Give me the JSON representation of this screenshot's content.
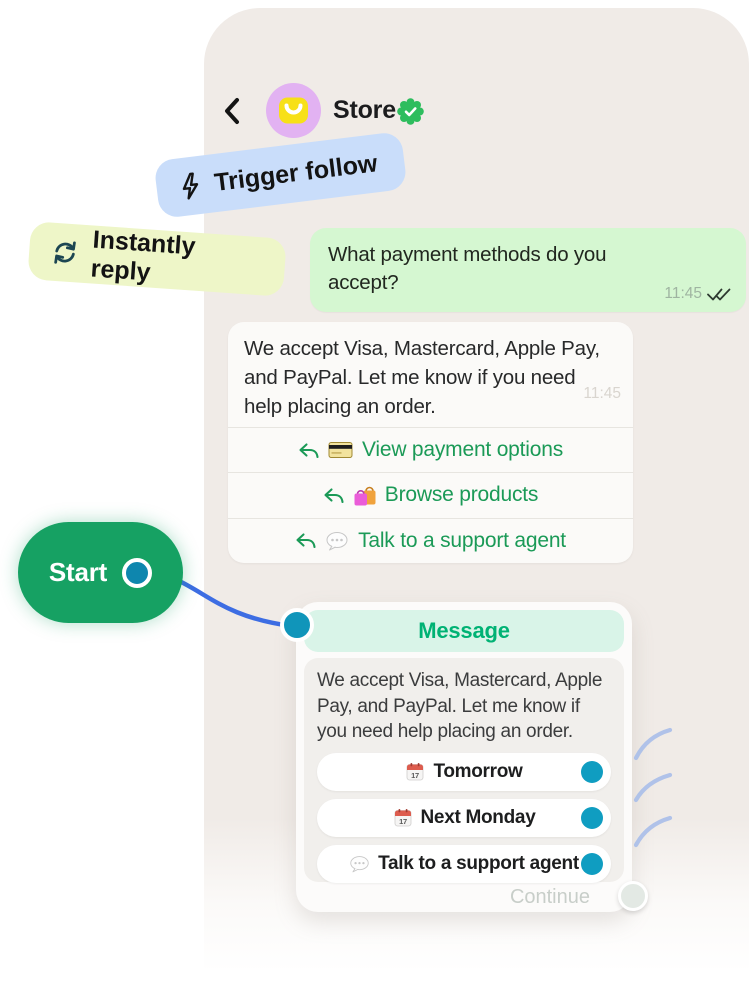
{
  "header": {
    "store_name": "Store"
  },
  "annotations": {
    "trigger_label": "Trigger follow",
    "reply_label": "Instantly reply",
    "start_label": "Start"
  },
  "chat": {
    "user_message": {
      "text": "What payment methods do you accept?",
      "time": "11:45",
      "status": "read"
    },
    "bot_message": {
      "text": "We accept Visa, Mastercard, Apple Pay, and PayPal. Let me know if you need help placing an order.",
      "time": "11:45",
      "quick_replies": [
        {
          "icon": "credit-card-icon",
          "label": "View payment options"
        },
        {
          "icon": "shopping-bags-icon",
          "label": "Browse products"
        },
        {
          "icon": "speech-balloon-icon",
          "label": "Talk to a support agent"
        }
      ]
    }
  },
  "flow": {
    "message_node": {
      "title": "Message",
      "body": "We accept Visa, Mastercard, Apple Pay, and PayPal. Let me know if you need help placing an order.",
      "buttons": [
        {
          "icon": "calendar-icon",
          "label": "Tomorrow"
        },
        {
          "icon": "calendar-icon",
          "label": "Next Monday"
        },
        {
          "icon": "speech-balloon-icon",
          "label": "Talk to a support agent"
        }
      ],
      "continue_label": "Continue"
    }
  },
  "icons": {
    "calendar_day": "17"
  },
  "colors": {
    "brand_green": "#16a163",
    "chat_green_bubble": "#d5f7d1",
    "quick_reply_green": "#1b9a57",
    "node_title_green": "#00b274",
    "node_header_mint": "#d9f4e8",
    "port_teal": "#0f9dc1",
    "connector_blue": "#3d6de3",
    "trigger_pill_blue": "#c9ddfa",
    "reply_pill_yellow": "#eef6c8",
    "phone_beige": "#f0ebe7",
    "verified_green": "#2ebd5e"
  }
}
